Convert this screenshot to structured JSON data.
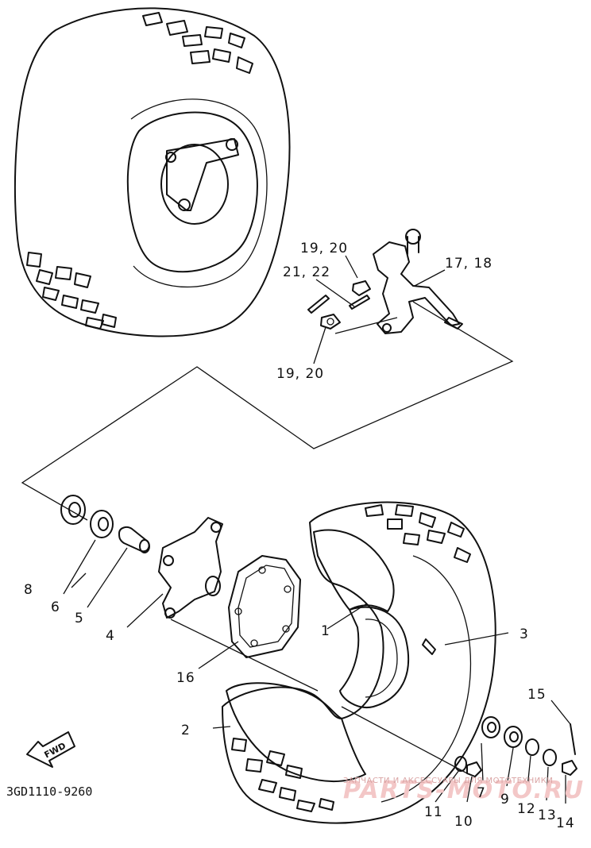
{
  "diagram_code": "3GD1110-9260",
  "direction_badge": "FWD",
  "watermark": {
    "small_text": "ЗАПЧАСТИ И АКСЕССУАРЫ ДЛЯ МОТОТЕХНИКИ",
    "big_text": "PARTS-MOTO.RU"
  },
  "callouts": {
    "p1": "1",
    "p2": "2",
    "p3": "3",
    "p4": "4",
    "p5": "5",
    "p6": "6",
    "p7": "7",
    "p8": "8",
    "p9": "9",
    "p10": "10",
    "p11": "11",
    "p12": "12",
    "p13": "13",
    "p14": "14",
    "p15": "15",
    "p16": "16",
    "p17_18": "17, 18",
    "p19_20_top": "19, 20",
    "p19_20_bottom": "19, 20",
    "p21_22": "21, 22"
  }
}
